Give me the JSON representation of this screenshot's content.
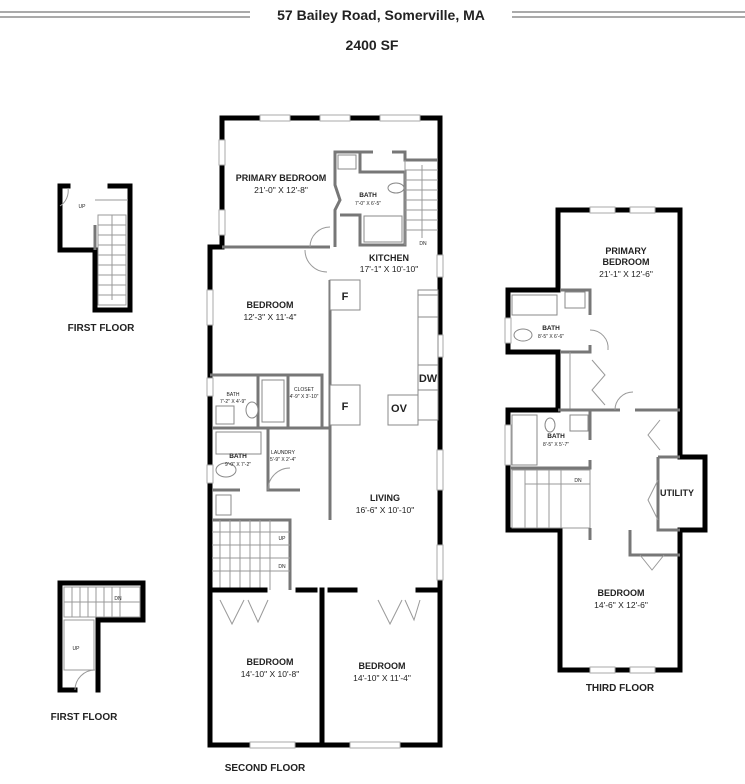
{
  "header": {
    "address": "57 Bailey Road, Somerville, MA",
    "area": "2400 SF"
  },
  "floors": {
    "first_top": {
      "label": "FIRST FLOOR",
      "stair_up": "UP"
    },
    "first_bottom": {
      "label": "FIRST FLOOR",
      "stair_up": "UP",
      "stair_dn": "DN"
    },
    "second": {
      "label": "SECOND FLOOR",
      "rooms": [
        {
          "name": "PRIMARY BEDROOM",
          "dim": "21'-0\" X 12'-8\""
        },
        {
          "name": "BATH",
          "dim": "7'-0\" X 6'-5\""
        },
        {
          "name": "KITCHEN",
          "dim": "17'-1\" X 10'-10\""
        },
        {
          "name": "BEDROOM",
          "dim": "12'-3\" X 11'-4\""
        },
        {
          "name": "BATH",
          "dim": "7'-2\" X 4'-9\""
        },
        {
          "name": "CLOSET",
          "dim": "4'-9\" X 3'-10\""
        },
        {
          "name": "BATH",
          "dim": "9'-0\" X 7'-2\""
        },
        {
          "name": "LAUNDRY",
          "dim": "5'-9\" X 2'-4\""
        },
        {
          "name": "LIVING",
          "dim": "16'-6\" X 10'-10\""
        },
        {
          "name": "BEDROOM",
          "dim": "14'-10\" X 10'-8\""
        },
        {
          "name": "BEDROOM",
          "dim": "14'-10\" X 11'-4\""
        }
      ],
      "appliances": {
        "fridge": "F",
        "dishwasher": "DW",
        "oven": "OV"
      },
      "stair_dn": "DN",
      "stair_up": "UP"
    },
    "third": {
      "label": "THIRD FLOOR",
      "rooms": [
        {
          "name": "PRIMARY",
          "name2": "BEDROOM",
          "dim": "21'-1\" X 12'-6\""
        },
        {
          "name": "BATH",
          "dim": "8'-5\" X 6'-6\""
        },
        {
          "name": "BATH",
          "dim": "8'-5\" X 5'-7\""
        },
        {
          "name": "UTILITY"
        },
        {
          "name": "BEDROOM",
          "dim": "14'-6\" X 12'-6\""
        }
      ],
      "stair_dn": "DN"
    }
  }
}
